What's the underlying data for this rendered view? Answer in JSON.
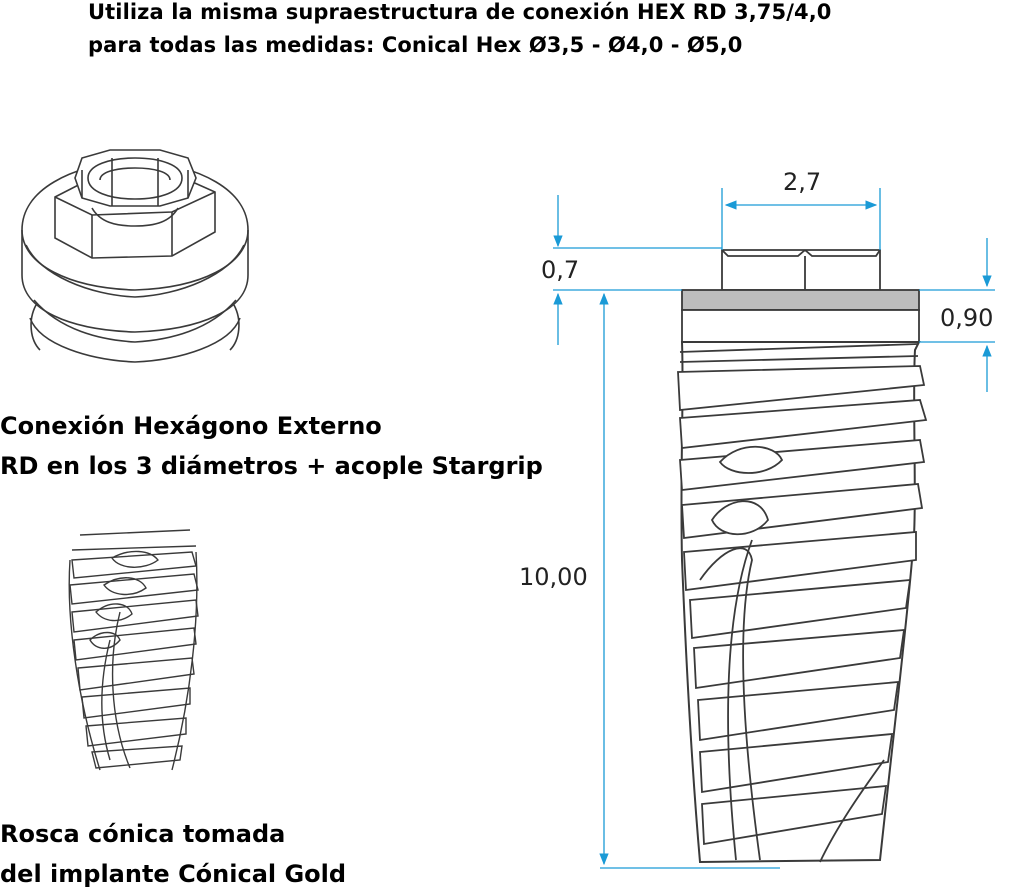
{
  "header": {
    "line1": "Utiliza la misma supraestructura de conexión HEX RD 3,75/4,0",
    "line2": "para todas las medidas: Conical Hex Ø3,5 - Ø4,0 - Ø5,0"
  },
  "captions": {
    "connection_line1": "Conexión Hexágono Externo",
    "connection_line2": "RD en los 3 diámetros + acople Stargrip",
    "thread_line1": "Rosca cónica tomada",
    "thread_line2": "del implante Cónical Gold"
  },
  "dimensions": {
    "hex_width": "2,7",
    "hex_height": "0,7",
    "collar_height": "0,90",
    "implant_length": "10,00"
  },
  "colors": {
    "dimension_line": "#1a9ad6",
    "drawing_line": "#3a3a3a",
    "collar_fill": "#bdbdbd"
  }
}
